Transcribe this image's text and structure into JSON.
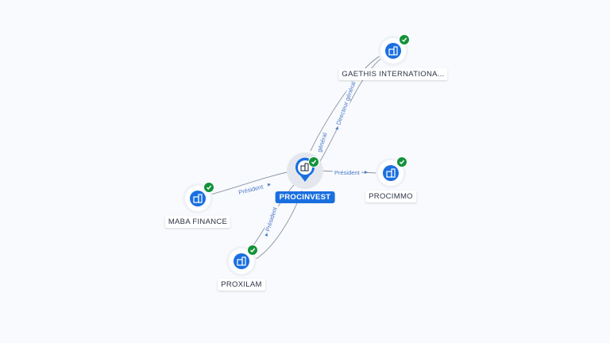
{
  "center_node": {
    "label": "PROCINVEST",
    "icon": "building-icon",
    "verified": true
  },
  "nodes": {
    "gaethis": {
      "label": "GAETHIS INTERNATIONA...",
      "icon": "building-icon",
      "verified": true
    },
    "procimmo": {
      "label": "PROCIMMO",
      "icon": "building-icon",
      "verified": true
    },
    "maba": {
      "label": "MABA FINANCE",
      "icon": "building-icon",
      "verified": true
    },
    "proxilam": {
      "label": "PROXILAM",
      "icon": "building-icon",
      "verified": true
    }
  },
  "edges": {
    "gaethis_out": "Directeur général",
    "gaethis_in": "général",
    "procimmo": "Président",
    "maba": "Président",
    "proxilam": "Président"
  },
  "colors": {
    "accent": "#1a6fe0",
    "verified": "#14923a",
    "edge": "#7a8597",
    "edge_label": "#4a78c8"
  }
}
